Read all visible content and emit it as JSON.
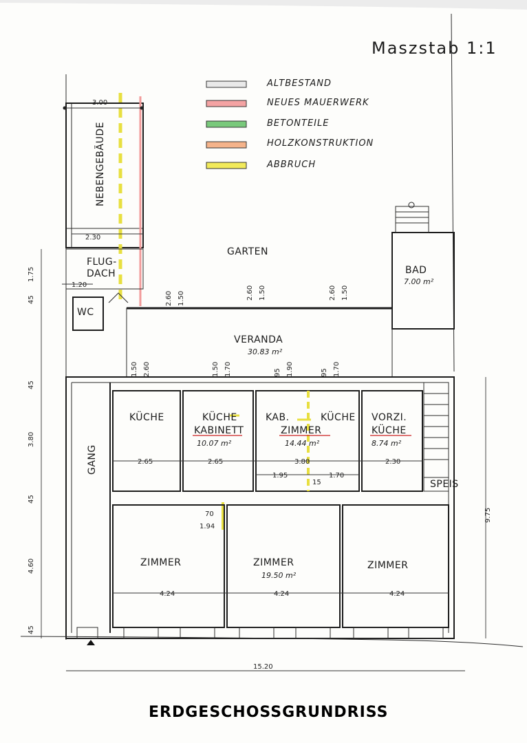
{
  "scale_label": "Maszstab 1:1",
  "legend": [
    {
      "label": "ALTBESTAND",
      "color": "#e9e9e9"
    },
    {
      "label": "NEUES MAUERWERK",
      "color": "#f4a3a3"
    },
    {
      "label": "BETONTEILE",
      "color": "#79c97b"
    },
    {
      "label": "HOLZKONSTRUKTION",
      "color": "#f5b38a"
    },
    {
      "label": "ABBRUCH",
      "color": "#f2ea5a"
    }
  ],
  "rooms": {
    "nebengebaeude": "NEBENGEBÄUDE",
    "garten": "GARTEN",
    "flugdach": "FLUG-",
    "flugdach2": "DACH",
    "wc": "WC",
    "bad": "BAD",
    "bad_area": "7.00 m²",
    "veranda": "VERANDA",
    "veranda_area": "30.83 m²",
    "gang": "GANG",
    "kueche1": "KÜCHE",
    "kueche2": "KÜCHE",
    "kabinett": "KABINETT",
    "kabinett_area": "10.07 m²",
    "kab": "KAB.",
    "zimmer_mid": "ZIMMER",
    "zimmer_mid_area": "14.44 m²",
    "kueche3": "KÜCHE",
    "vorzi": "VORZI.",
    "kueche4": "KÜCHE",
    "kueche4_area": "8.74 m²",
    "speis": "SPEIS",
    "zimmer1": "ZIMMER",
    "zimmer2": "ZIMMER",
    "zimmer2_area": "19.50 m²",
    "zimmer3": "ZIMMER"
  },
  "dims": {
    "neb_top": "3.00",
    "neb_bottom": "2.30",
    "flug_w": "1.20",
    "left_175": "1.75",
    "left_45a": "45",
    "left_45b": "45",
    "left_380": "3.80",
    "left_45c": "45",
    "left_460": "4.60",
    "left_45d": "45",
    "right_975": "9.75",
    "total_width": "15.20",
    "win1_a": "2.60",
    "win1_b": "1.50",
    "win2_a": "2.60",
    "win2_b": "1.50",
    "win3_a": "2.60",
    "win3_b": "1.50",
    "door1_a": "1.50",
    "door1_b": "2.60",
    "door2_a": "1.50",
    "door2_b": "1.70",
    "door3_a": "95",
    "door3_b": "1.90",
    "door4_a": "95",
    "door4_b": "1.70",
    "w_265a": "2.65",
    "w_265b": "2.65",
    "w_380": "3.80",
    "w_195": "1.95",
    "w_170": "1.70",
    "w_15": "15",
    "w_230": "2.30",
    "door5_a": "70",
    "door5_b": "1.94",
    "w_424a": "4.24",
    "w_424b": "4.24",
    "w_424c": "4.24"
  },
  "footer_title": "ERDGESCHOSSGRUNDRISS"
}
